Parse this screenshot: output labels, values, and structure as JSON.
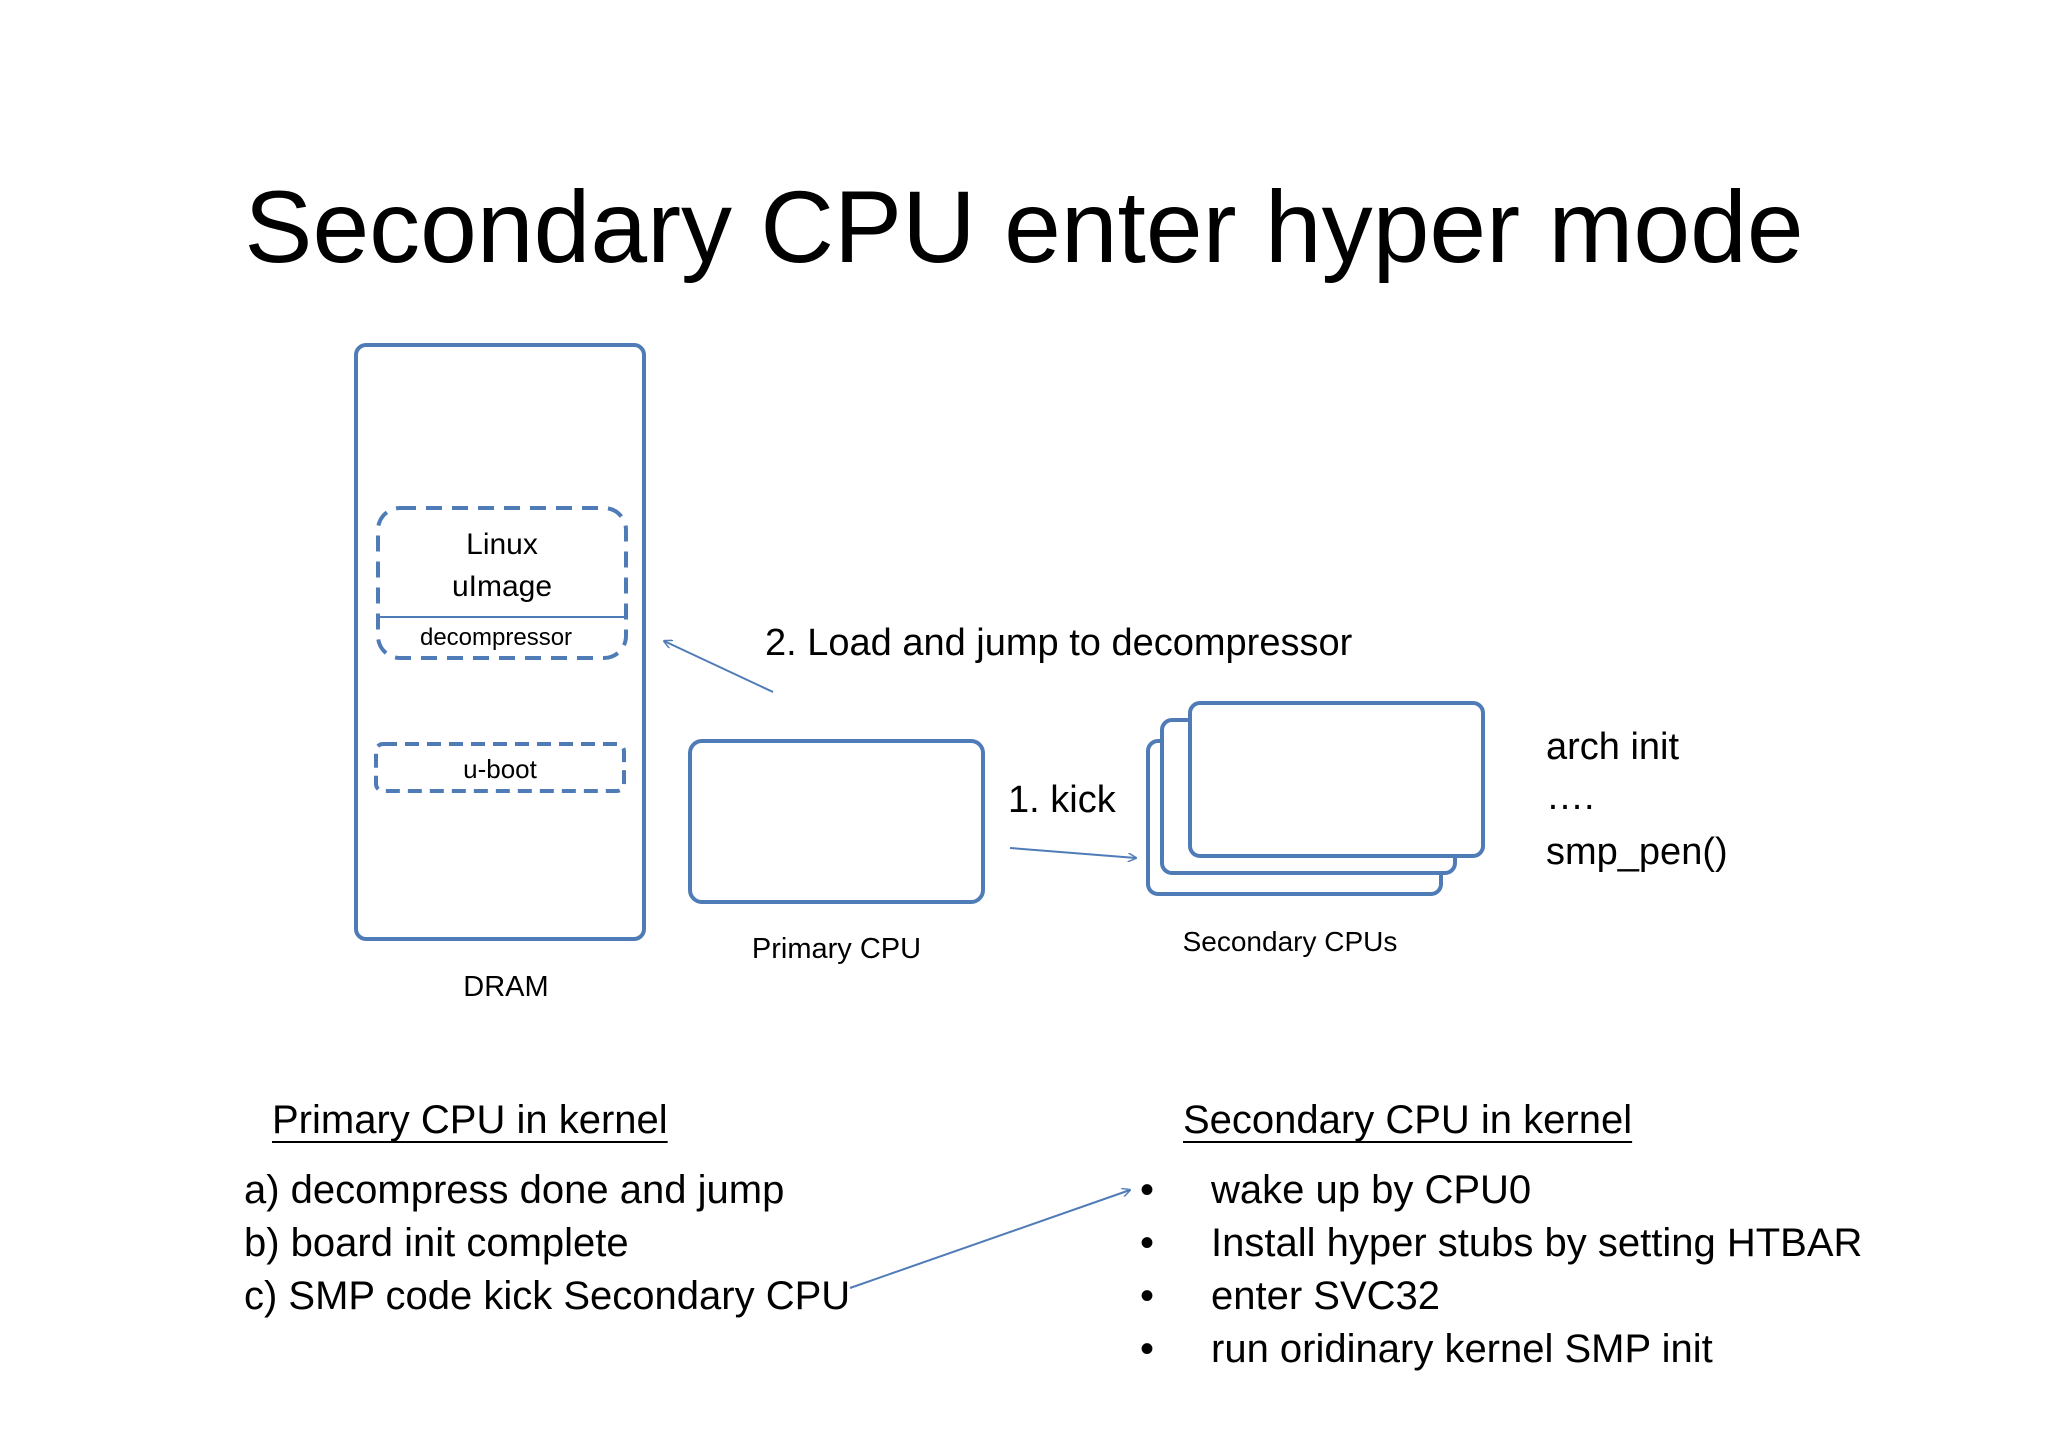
{
  "title": "Secondary CPU enter hyper mode",
  "dram": {
    "label": "DRAM",
    "linux_line1": "Linux",
    "linux_line2": "uImage",
    "decompressor": "decompressor",
    "uboot": "u-boot"
  },
  "primary_cpu": {
    "label": "Primary CPU"
  },
  "secondary_cpus": {
    "label": "Secondary CPUs"
  },
  "arrows": {
    "load_jump": "2. Load and jump to decompressor",
    "kick": "1. kick"
  },
  "secondary_steps": [
    "arch init",
    "….",
    "smp_pen()"
  ],
  "primary_kernel": {
    "heading": "Primary CPU in kernel",
    "items": [
      "a) decompress done and jump",
      "b) board init complete",
      "c) SMP code kick Secondary CPU"
    ]
  },
  "secondary_kernel": {
    "heading": "Secondary CPU in kernel",
    "bullet": "•",
    "items": [
      "wake up by CPU0",
      "Install hyper stubs by setting HTBAR",
      "enter SVC32",
      "run oridinary kernel SMP init"
    ]
  },
  "colors": {
    "accent": "#4f7cb7",
    "text": "#000000",
    "background": "#ffffff"
  }
}
